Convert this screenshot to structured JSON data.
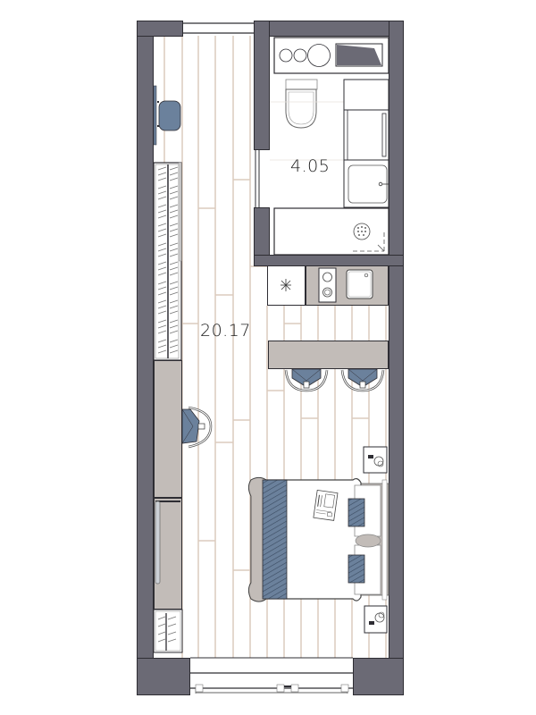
{
  "plan": {
    "type": "studio apartment floor plan",
    "rooms": [
      {
        "name": "main-room",
        "area_label": "20.17"
      },
      {
        "name": "bathroom",
        "area_label": "4.05"
      }
    ]
  },
  "colors": {
    "wall": "#6b6a75",
    "wall_stroke": "#2e2d33",
    "floor_plank": "#dccbbd",
    "furniture_gray": "#c2bcb8",
    "accent_blue": "#6b819c",
    "line": "#2e2d33"
  },
  "icons": {
    "fridge": "snowflake-icon",
    "hob": "two-burner-cooktop-icon",
    "sink": "kitchen-sink-icon",
    "toilet": "toilet-icon",
    "shower": "shower-drain-icon",
    "lamp": "bedside-lamp-icon"
  }
}
